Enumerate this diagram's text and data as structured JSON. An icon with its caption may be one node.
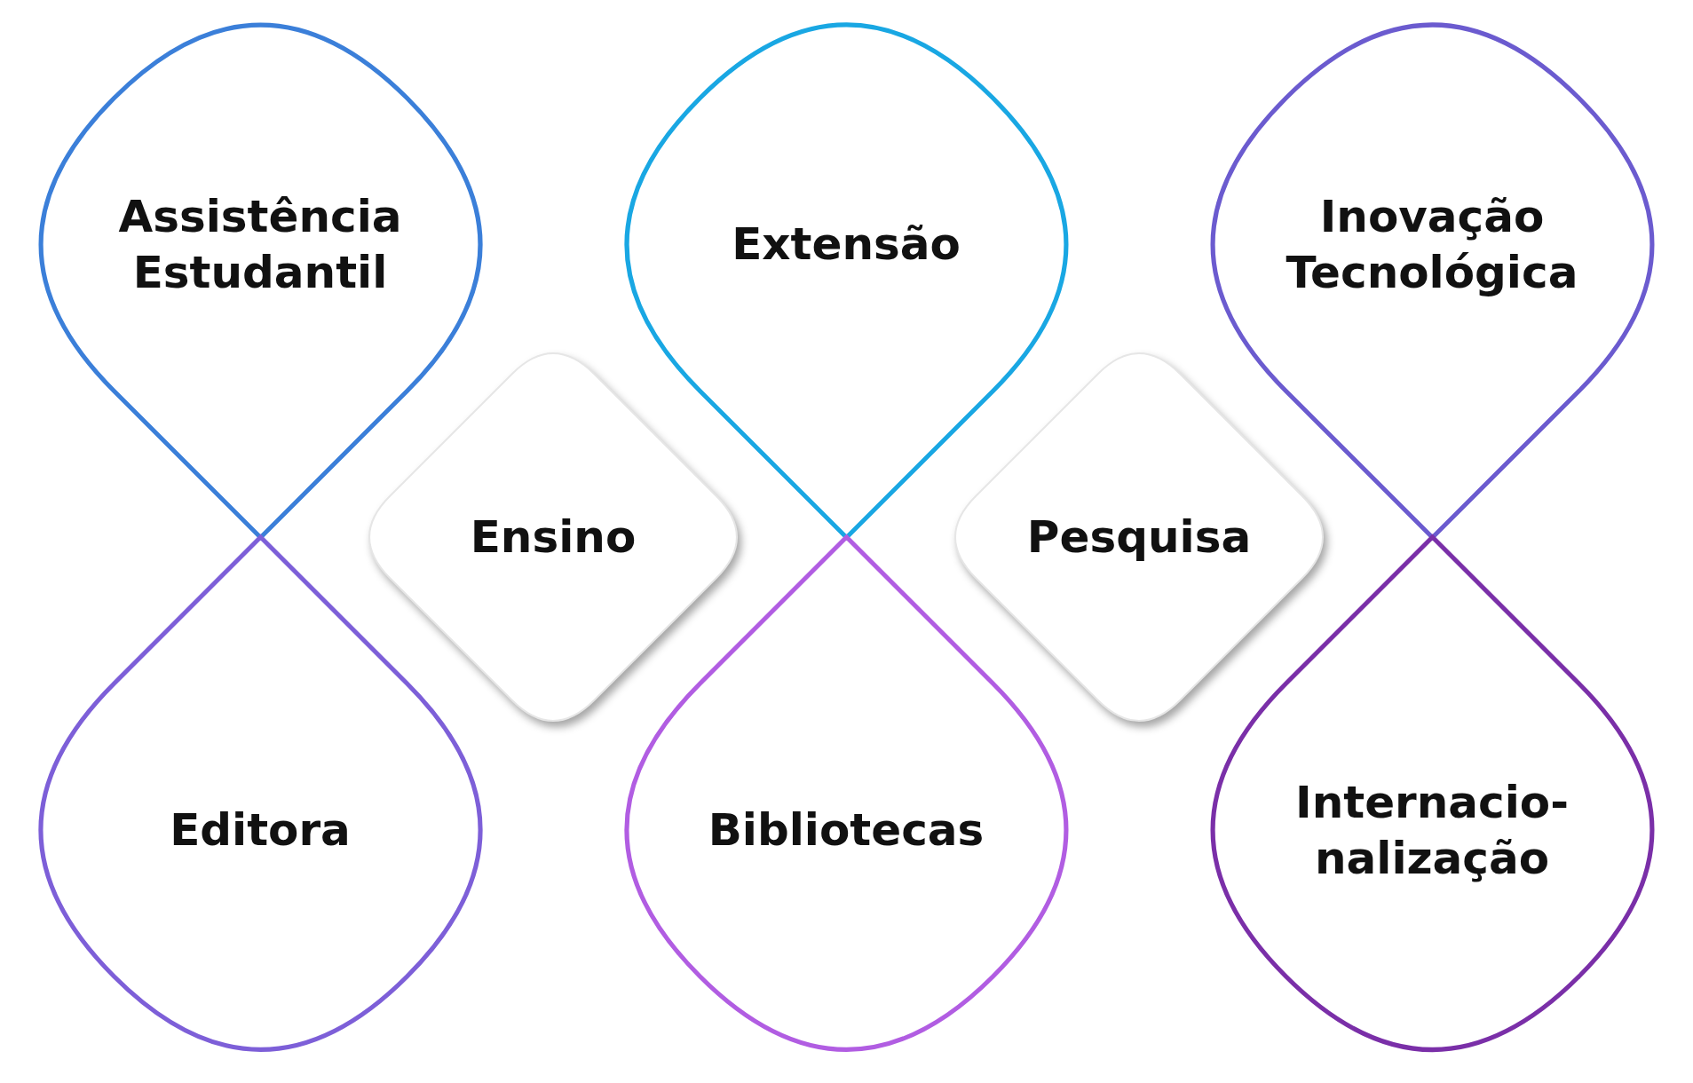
{
  "diagram": {
    "nodes": [
      {
        "text": [
          "Assistência Estudantil"
        ]
      },
      {
        "text": [
          "Extensão"
        ]
      },
      {
        "text": [
          "Inovação Tecnológica"
        ]
      },
      {
        "text": [
          "Ensino"
        ]
      },
      {
        "text": [
          "Pesquisa"
        ]
      },
      {
        "text": [
          "Editora"
        ]
      },
      {
        "text": [
          "Bibliotecas"
        ]
      },
      {
        "text": [
          "Internacio- nalização"
        ]
      }
    ]
  }
}
